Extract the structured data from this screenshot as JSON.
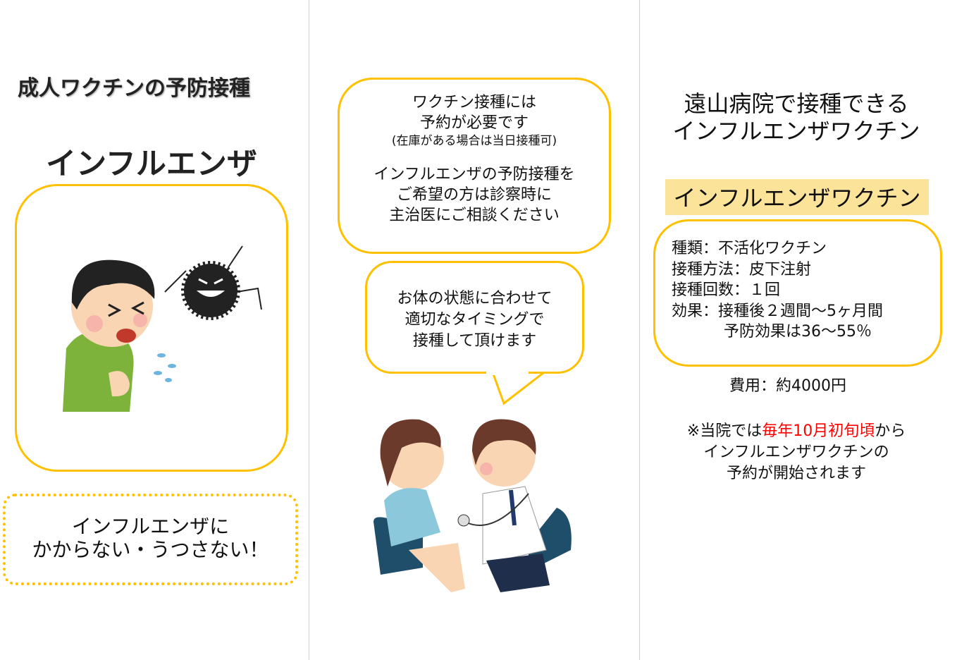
{
  "left": {
    "heading": "成人ワクチンの予防接種",
    "disease_title": "インフルエンザ",
    "slogan": [
      "インフルエンザに",
      "かからない・うつさない！"
    ]
  },
  "middle": {
    "bubble1": {
      "lines": [
        "ワクチン接種には",
        "予約が必要です"
      ],
      "note": "(在庫がある場合は当日接種可)",
      "lines2": [
        "インフルエンザの予防接種を",
        "ご希望の方は診察時に",
        "主治医にご相談ください"
      ]
    },
    "bubble2": {
      "lines": [
        "お体の状態に合わせて",
        "適切なタイミングで",
        "接種して頂けます"
      ]
    }
  },
  "right": {
    "title": [
      "遠山病院で接種できる",
      "インフルエンザワクチン"
    ],
    "label": "インフルエンザワクチン",
    "details": [
      "種類：不活化ワクチン",
      "接種方法：皮下注射",
      "接種回数：１回",
      "効果：接種後２週間～5ヶ月間",
      "予防効果は36～55％"
    ],
    "cost": "費用：約4000円",
    "notice": {
      "prefix": "※当院では",
      "highlight": "毎年10月初旬頃",
      "suffix": "から",
      "line2": "インフルエンザワクチンの",
      "line3": "予約が開始されます"
    }
  },
  "colors": {
    "accent": "#FFC000",
    "label_bg": "#FBE49A",
    "highlight": "#FF0000"
  }
}
